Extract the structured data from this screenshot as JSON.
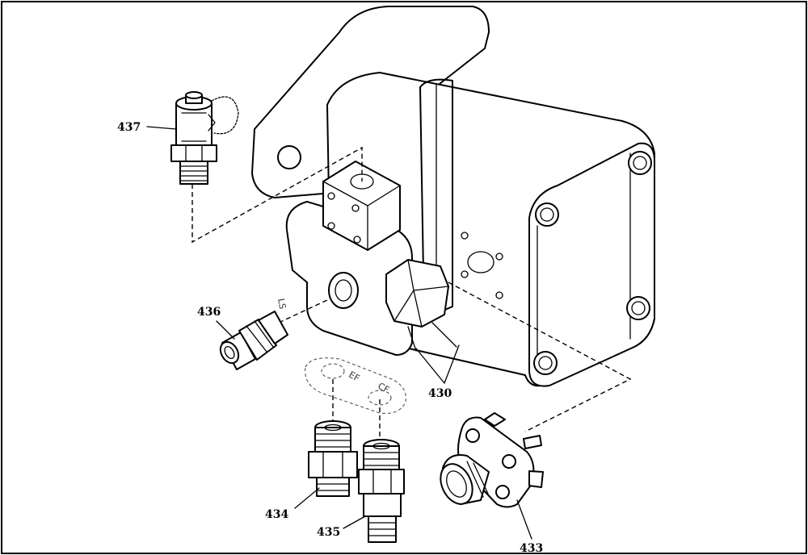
{
  "labels": {
    "l430": "430",
    "l433": "433",
    "l434": "434",
    "l435": "435",
    "l436": "436",
    "l437": "437"
  },
  "port_marks": {
    "ls": "LS",
    "ef": "EF",
    "cf": "CF"
  }
}
